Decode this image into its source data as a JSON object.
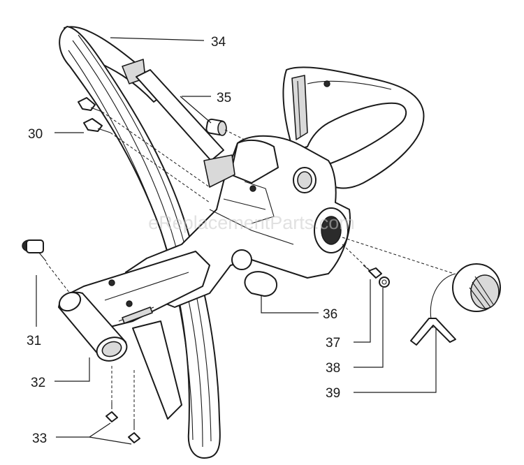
{
  "watermark": "eReplacementParts.com",
  "callouts": [
    {
      "id": "34",
      "label": "34"
    },
    {
      "id": "35",
      "label": "35"
    },
    {
      "id": "30",
      "label": "30"
    },
    {
      "id": "31",
      "label": "31"
    },
    {
      "id": "36",
      "label": "36"
    },
    {
      "id": "37",
      "label": "37"
    },
    {
      "id": "38",
      "label": "38"
    },
    {
      "id": "39",
      "label": "39"
    },
    {
      "id": "32",
      "label": "32"
    },
    {
      "id": "33",
      "label": "33"
    }
  ],
  "colors": {
    "ink": "#1a1a1a",
    "shade": "#d9d9d9",
    "watermark": "#c8c8c8"
  }
}
